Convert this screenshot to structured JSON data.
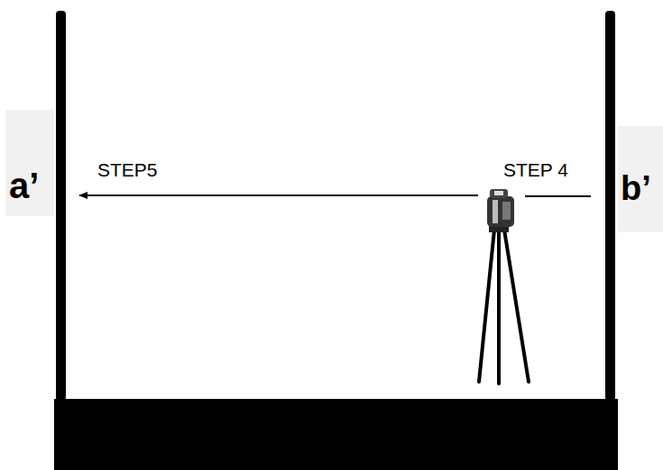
{
  "diagram": {
    "labels": [
      "a’",
      "STEP5",
      "STEP 4",
      "b’"
    ]
  }
}
